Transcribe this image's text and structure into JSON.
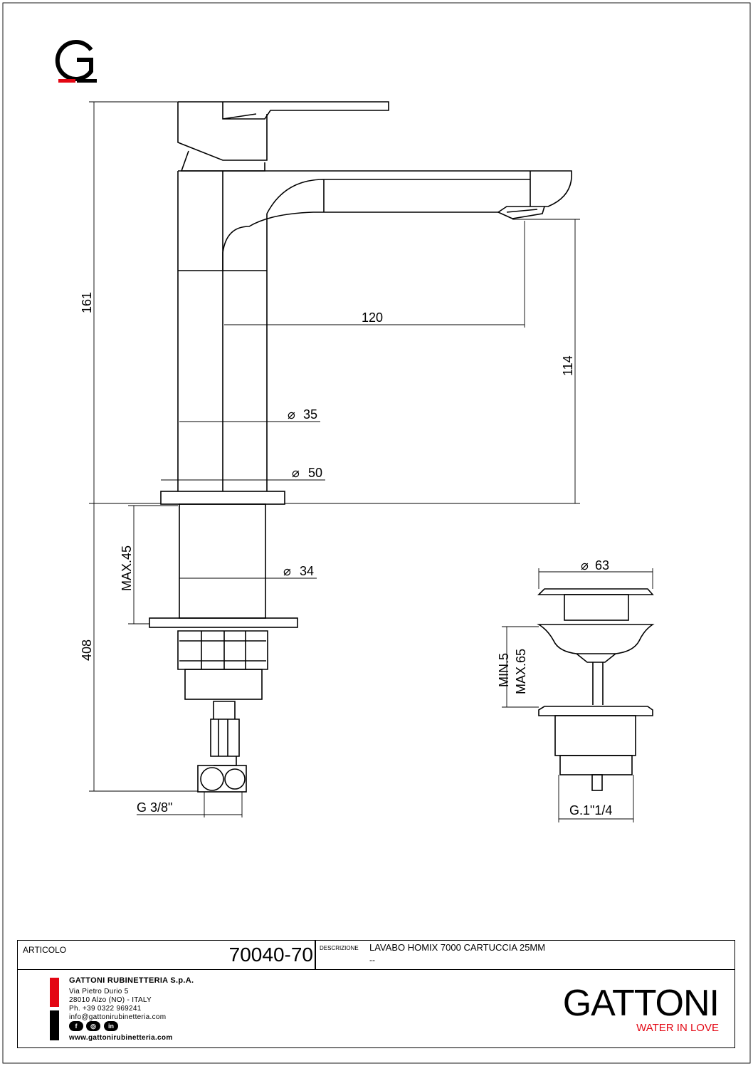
{
  "logo": {
    "letter": "G"
  },
  "dimensions": {
    "height_total": "161",
    "spout_reach": "120",
    "spout_height": "114",
    "body_diameter": "35",
    "base_diameter": "50",
    "shank_diameter": "34",
    "max_thickness": "MAX.45",
    "hose_length": "408",
    "connection": "G 3/8\"",
    "drain_diameter": "63",
    "drain_min": "MIN.5",
    "drain_max": "MAX.65",
    "drain_thread": "G.1\"1/4",
    "diameter_symbol": "⌀"
  },
  "footer": {
    "articolo_label": "ARTICOLO",
    "articolo_code": "70040-70",
    "descrizione_label": "DESCRIZIONE",
    "descrizione": "LAVABO HOMIX 7000 CARTUCCIA 25MM",
    "descrizione_line2": "--",
    "company": "GATTONI RUBINETTERIA S.p.A.",
    "address1": "Via Pietro Durio 5",
    "address2": "28010 Alzo (NO) - ITALY",
    "phone": "Ph. +39 0322 969241",
    "email": "info@gattonirubinetteria.com",
    "social": [
      "f",
      "◎",
      "in"
    ],
    "website": "www.gattonirubinetteria.com",
    "brand": "GATTONI",
    "tagline": "WATER IN LOVE"
  },
  "colors": {
    "accent": "#e30613"
  }
}
